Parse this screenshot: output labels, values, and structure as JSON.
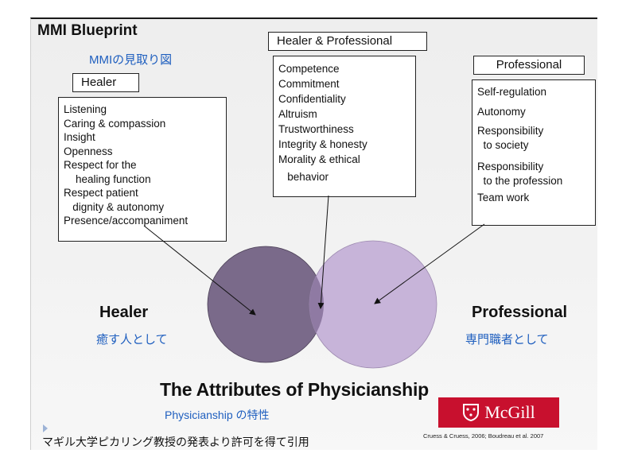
{
  "title": "MMI Blueprint",
  "subtitle_jp": "MMIの見取り図",
  "boxes": {
    "healer": {
      "label": "Healer",
      "items": [
        "Listening",
        "Caring & compassion",
        "Insight",
        "Openness",
        "Respect for the",
        "    healing function",
        "Respect patient",
        "   dignity & autonomy",
        "Presence/accompaniment"
      ]
    },
    "healer_professional": {
      "label": "Healer & Professional",
      "items": [
        "Competence",
        "Commitment",
        "Confidentiality",
        "Altruism",
        "Trustworthiness",
        "Integrity & honesty",
        "Morality & ethical",
        "   behavior"
      ]
    },
    "professional": {
      "label": "Professional",
      "items": [
        "Self-regulation",
        "Autonomy",
        "Responsibility",
        "  to society",
        "Responsibility",
        "  to the profession",
        "Team work"
      ]
    }
  },
  "venn": {
    "left_label": "Healer",
    "left_label_jp": "癒す人として",
    "right_label": "Professional",
    "right_label_jp": "専門職者として",
    "colors": {
      "left_circle": "#7a6a8a",
      "right_circle": "#c7b4d9",
      "overlap": "#8f7aa3"
    }
  },
  "main_title": "The Attributes of Physicianship",
  "main_title_jp": "Physicianship の特性",
  "logo_text": "McGill",
  "footer_jp": "マギル大学ピカリング教授の発表より許可を得て引用",
  "citation": "Cruess & Cruess, 2006; Boudreau et al. 2007",
  "colors": {
    "accent_blue": "#1f5fbf",
    "mcgill_red": "#c8102e"
  }
}
